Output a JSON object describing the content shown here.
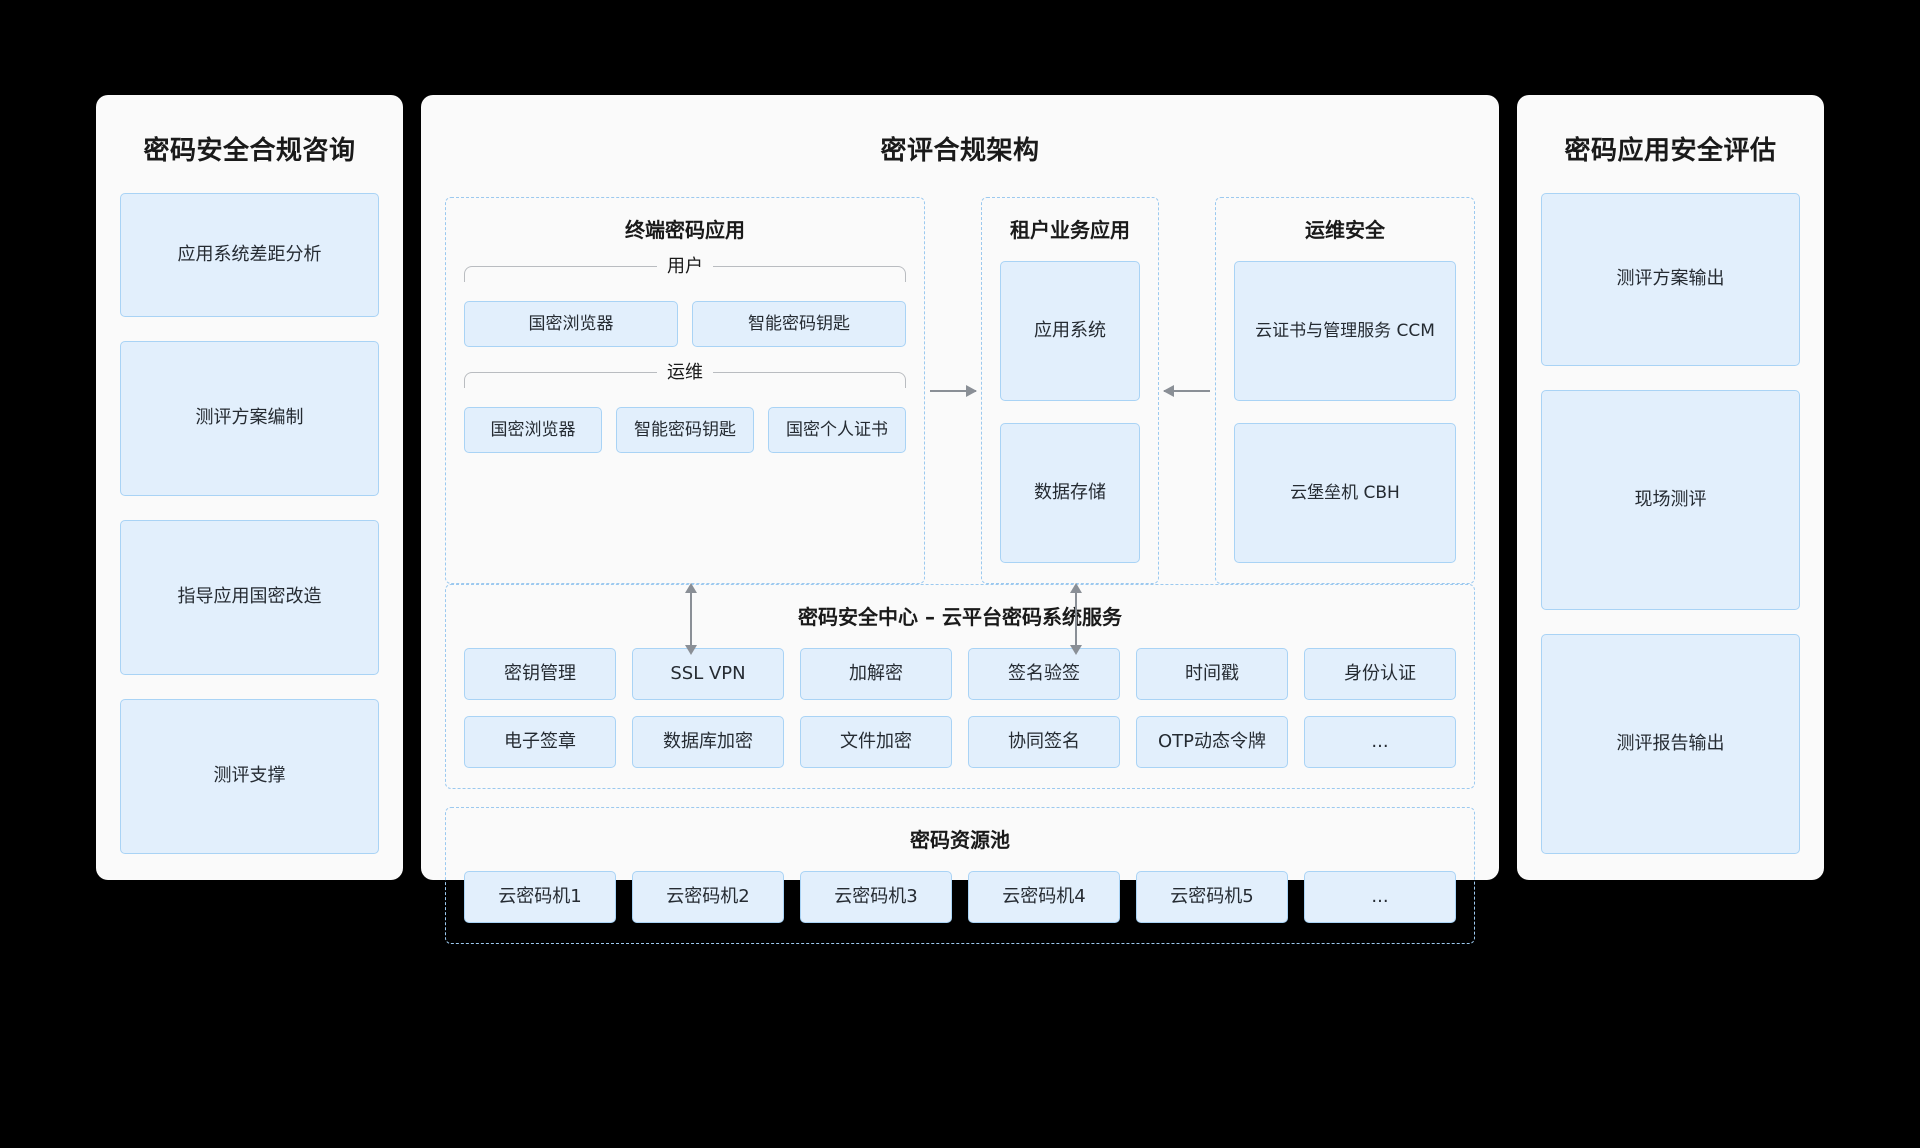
{
  "left_panel": {
    "title": "密码安全合规咨询",
    "items": [
      {
        "label": "应用系统差距分析"
      },
      {
        "label": "测评方案编制"
      },
      {
        "label": "指导应用国密改造"
      },
      {
        "label": "测评支撑"
      }
    ]
  },
  "main_panel": {
    "title": "密评合规架构",
    "terminal": {
      "title": "终端密码应用",
      "groups": [
        {
          "legend": "用户",
          "items": [
            {
              "label": "国密浏览器"
            },
            {
              "label": "智能密码钥匙"
            }
          ]
        },
        {
          "legend": "运维",
          "items": [
            {
              "label": "国密浏览器"
            },
            {
              "label": "智能密码钥匙"
            },
            {
              "label": "国密个人证书"
            }
          ]
        }
      ]
    },
    "tenant": {
      "title": "租户业务应用",
      "items": [
        {
          "label": "应用系统"
        },
        {
          "label": "数据存储"
        }
      ]
    },
    "ops": {
      "title": "运维安全",
      "items": [
        {
          "label": "云证书与管理服务 CCM"
        },
        {
          "label": "云堡垒机 CBH"
        }
      ]
    },
    "security_center": {
      "title": "密码安全中心 – 云平台密码系统服务",
      "row1": [
        {
          "label": "密钥管理"
        },
        {
          "label": "SSL VPN"
        },
        {
          "label": "加解密"
        },
        {
          "label": "签名验签"
        },
        {
          "label": "时间戳"
        },
        {
          "label": "身份认证"
        }
      ],
      "row2": [
        {
          "label": "电子签章"
        },
        {
          "label": "数据库加密"
        },
        {
          "label": "文件加密"
        },
        {
          "label": "协同签名"
        },
        {
          "label": "OTP动态令牌"
        },
        {
          "label": "..."
        }
      ]
    },
    "resource_pool": {
      "title": "密码资源池",
      "items": [
        {
          "label": "云密码机1"
        },
        {
          "label": "云密码机2"
        },
        {
          "label": "云密码机3"
        },
        {
          "label": "云密码机4"
        },
        {
          "label": "云密码机5"
        },
        {
          "label": "..."
        }
      ]
    }
  },
  "right_panel": {
    "title": "密码应用安全评估",
    "items": [
      {
        "label": "测评方案输出"
      },
      {
        "label": "现场测评"
      },
      {
        "label": "测评报告输出"
      }
    ]
  },
  "colors": {
    "box_fill": "#e2effc",
    "box_border": "#a9d3f5",
    "panel_bg": "#fafafa",
    "dashed_border": "#9cc9ef",
    "arrow": "#8a8f96",
    "text": "#1a1a1a",
    "page_bg": "#000000"
  }
}
